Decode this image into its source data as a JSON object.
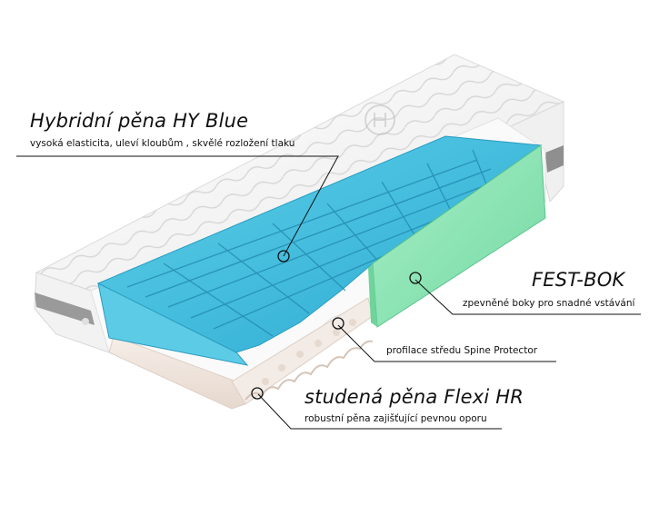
{
  "callouts": {
    "hybrid": {
      "title": "Hybridní pěna HY Blue",
      "subtitle": "vysoká elasticita, uleví kloubům , skvělé rozložení tlaku"
    },
    "festbok": {
      "title": "FEST-BOK",
      "subtitle": "zpevněné boky pro snadné vstávání"
    },
    "profile": {
      "subtitle": "profilace středu Spine Protector"
    },
    "flexi": {
      "title": "studená pěna Flexi HR",
      "subtitle": "robustní pěna zajišťující pevnou oporu"
    }
  },
  "colors": {
    "cover": "#f4f4f4",
    "cover_edge": "#d9d9d9",
    "blue_foam": "#43bddc",
    "blue_foam_dark": "#2f9fc2",
    "green_foam": "#8fe3b4",
    "base_foam": "#efe4dc",
    "side_band": "#9a9a9a",
    "leader_line": "#111111"
  },
  "icons": {
    "callout_marker": "circle-marker-icon",
    "cover_logo": "logo-emblem-icon"
  }
}
